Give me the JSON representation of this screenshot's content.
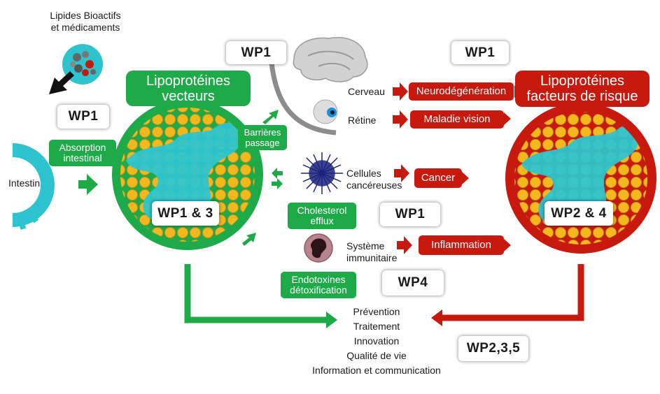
{
  "top_left": {
    "line1": "Lipides Bioactifs",
    "line2": "et médicaments"
  },
  "intestin": {
    "label": "Intestin"
  },
  "green_title": {
    "line1": "Lipoprotéines",
    "line2": "vecteurs"
  },
  "red_title": {
    "line1": "Lipoprotéines",
    "line2": "facteurs de risque"
  },
  "wp": {
    "left": "WP1",
    "center_top": "WP1",
    "right_top": "WP1",
    "green_circle": "WP1 & 3",
    "red_circle": "WP2 & 4",
    "middle": "WP1",
    "wp4": "WP4",
    "bottom_right": "WP2,3,5"
  },
  "green_labels": {
    "absorption": {
      "line1": "Absorption",
      "line2": "intestinal"
    },
    "barrieres": {
      "line1": "Barrières",
      "line2": "passage"
    },
    "cholesterol": {
      "line1": "Cholesterol",
      "line2": "efflux"
    },
    "endotoxines": {
      "line1": "Endotoxines",
      "line2": "détoxification"
    }
  },
  "organs": {
    "cerveau": "Cerveau",
    "retine": "Rétine",
    "cellules": {
      "line1": "Cellules",
      "line2": "cancéreuses"
    },
    "systeme": {
      "line1": "Système",
      "line2": "immunitaire"
    }
  },
  "diseases": {
    "neuro": "Neurodégénération",
    "vision": "Maladie vision",
    "cancer": "Cancer",
    "inflammation": "Inflammation"
  },
  "outcomes": [
    "Prévention",
    "Traitement",
    "Innovation",
    "Qualité de vie",
    "Information et communication"
  ],
  "colors": {
    "green": "#1faa4a",
    "red": "#c8190f",
    "yellow": "#f2b51c",
    "cyan": "#2ec4cf"
  }
}
